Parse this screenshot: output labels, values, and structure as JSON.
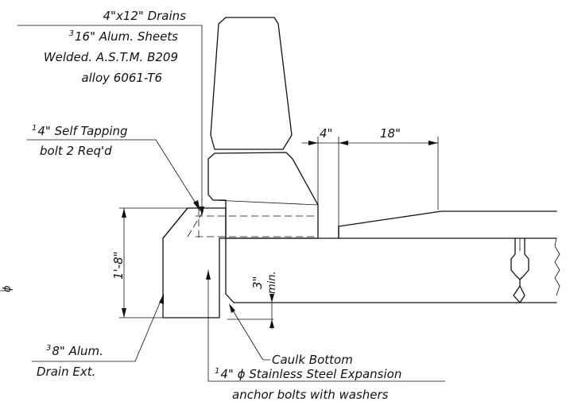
{
  "callouts": {
    "drains": {
      "size": "4\"x12\" Drains",
      "sheet_num": "3",
      "sheet_den": "16",
      "sheet_text": "\" Alum. Sheets",
      "weld": "Welded. A.S.T.M. B209",
      "alloy": "alloy 6061-T6"
    },
    "self_tapping": {
      "num": "1",
      "den": "4",
      "line1": "\" Self Tapping",
      "line2": "bolt 2 Req'd"
    },
    "drain_ext": {
      "num": "3",
      "den": "8",
      "line1": "\" Alum.",
      "line2": "Drain Ext."
    },
    "caulk": "Caulk Bottom",
    "anchor": {
      "num": "1",
      "den": "4",
      "line1": "\" ϕ Stainless Steel Expansion",
      "line2": "anchor bolts with washers"
    }
  },
  "dimensions": {
    "gap": "4\"",
    "width": "18\"",
    "height": "1'-8\"",
    "cover": "3\"",
    "cover_note": "min."
  },
  "edge_symbol": "ϕ"
}
